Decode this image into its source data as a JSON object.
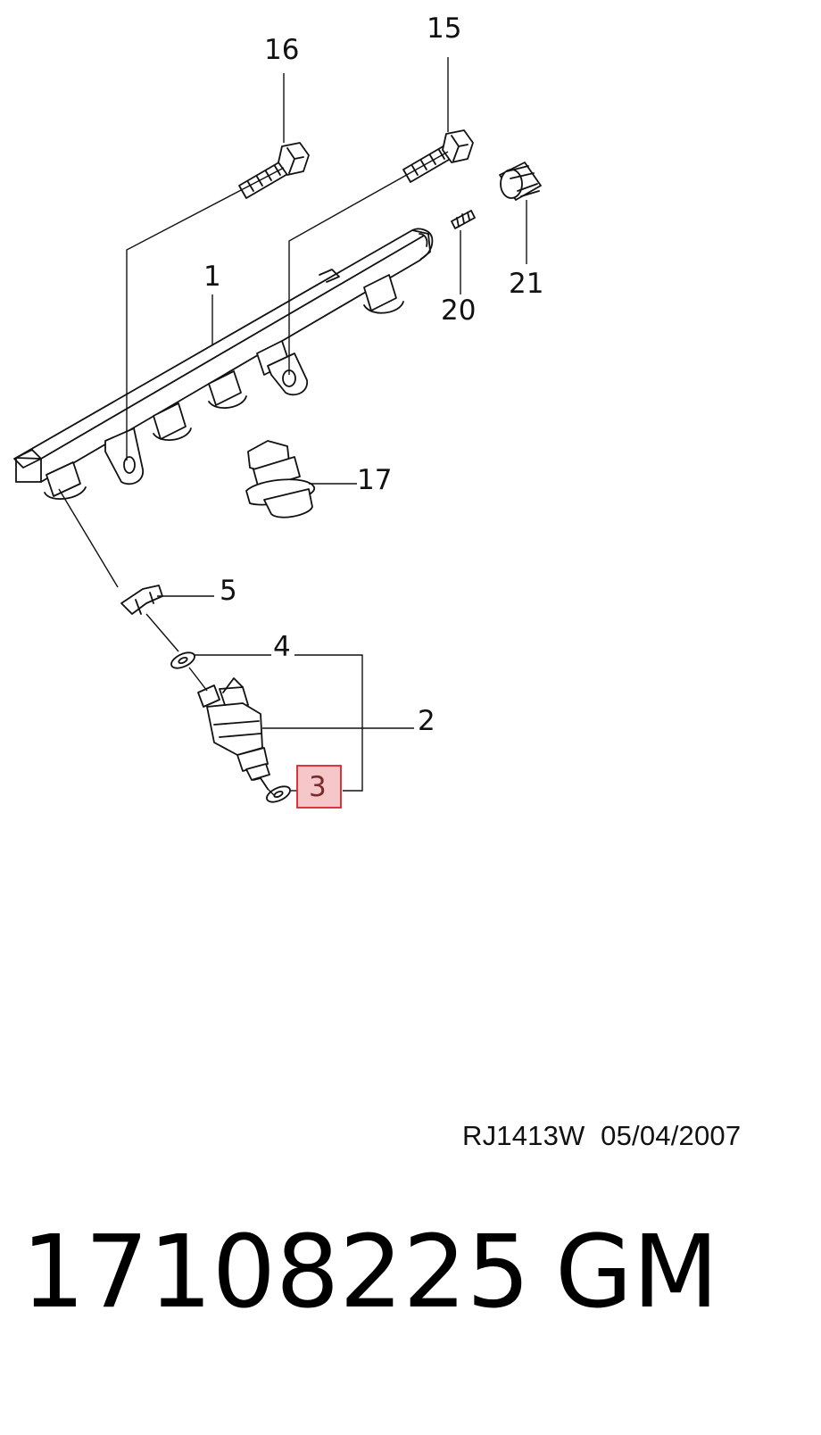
{
  "callouts": {
    "c1": "1",
    "c2": "2",
    "c3": "3",
    "c4": "4",
    "c5": "5",
    "c15": "15",
    "c16": "16",
    "c17": "17",
    "c20": "20",
    "c21": "21"
  },
  "highlight": {
    "part": "3",
    "fill": "#f6c7c9",
    "stroke": "#d9232a"
  },
  "footer": {
    "ref": "RJ1413W  05/04/2007",
    "part_number": "17108225",
    "brand": "GM"
  }
}
